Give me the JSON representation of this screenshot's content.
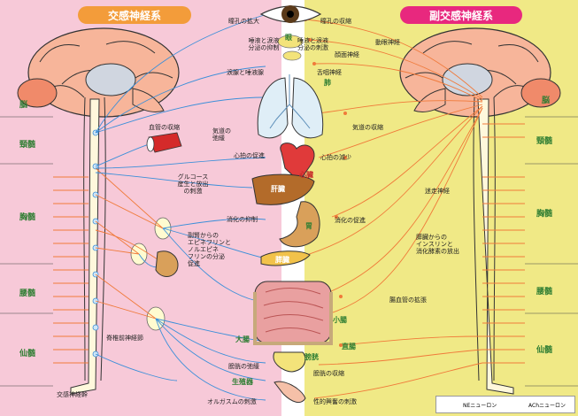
{
  "titles": {
    "sympathetic": "交感神経系",
    "parasympathetic": "副交感神経系"
  },
  "left_regions": [
    "脳",
    "頸髄",
    "胸髄",
    "腰髄",
    "仙髄"
  ],
  "right_regions": [
    "脳",
    "頸髄",
    "胸髄",
    "腰髄",
    "仙髄"
  ],
  "organs": {
    "eye": "眼",
    "lung": "肺",
    "heart": "心臓",
    "liver": "肝臓",
    "stomach": "胃",
    "pancreas": "膵臓",
    "small_intestine": "小腸",
    "large_intestine": "大腸",
    "rectum": "直腸",
    "bladder": "膀胱",
    "genitals": "生殖器"
  },
  "sympathetic_effects": {
    "pupil": "瞳孔の拡大",
    "lacrimal": "唾液と涙液\n分泌の抑制",
    "sweat": "涙腺と唾液腺",
    "vasoconstriction": "血管の収縮",
    "airway": "気道の\n弛緩",
    "heart_rate": "心拍の促進",
    "glucose": "グルコース\n産生と放出\nの刺激",
    "digestion": "消化の抑制",
    "adrenal": "副腎からの\nエピネフリンと\nノルエピネ\nフリンの分泌\n促進",
    "bladder": "膀胱の弛緩",
    "orgasm": "オルガスムの刺激"
  },
  "parasympathetic_effects": {
    "pupil": "瞳孔の収縮",
    "saliva": "唾液と涙液\n分泌の刺激",
    "oculomotor": "動眼神経",
    "facial": "顔面神経",
    "glossopharyngeal": "舌咽神経",
    "airway": "気道の収縮",
    "heart_rate": "心拍の減少",
    "vagus": "迷走神経",
    "digestion": "消化の促進",
    "insulin": "膵臓からの\nインスリンと\n消化酵素の放出",
    "bowel": "腸血管の拡張",
    "bladder": "膀胱の収縮",
    "sexual": "性的興奮の刺激"
  },
  "ganglia": {
    "prevertebral": "脊椎前神経節",
    "sympathetic_trunk": "交感神経幹"
  },
  "legend": {
    "ne": "NEニューロン",
    "ach": "AChニューロン"
  },
  "colors": {
    "sympathetic_bg": "#f7c9d8",
    "parasympathetic_bg": "#f0e986",
    "ne_line": "#3b8fd9",
    "ach_line": "#f07a3a",
    "sympathetic_title": "#f39c3a",
    "parasympathetic_title": "#e8287e",
    "region_text": "#2e7d32"
  }
}
